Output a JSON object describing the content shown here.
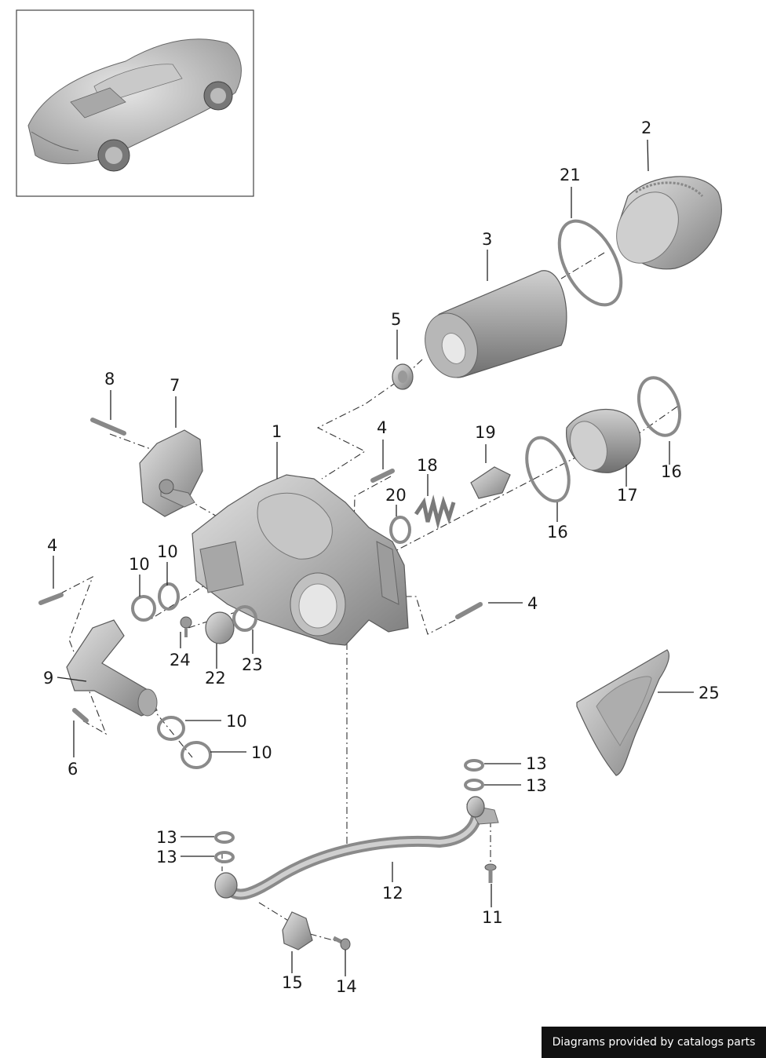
{
  "labels": {
    "p1": "1",
    "p2": "2",
    "p3": "3",
    "p4a": "4",
    "p4b": "4",
    "p4c": "4",
    "p5": "5",
    "p6": "6",
    "p7": "7",
    "p8": "8",
    "p9": "9",
    "p10a": "10",
    "p10b": "10",
    "p10c": "10",
    "p10d": "10",
    "p11": "11",
    "p12": "12",
    "p13a": "13",
    "p13b": "13",
    "p13c": "13",
    "p13d": "13",
    "p14": "14",
    "p15": "15",
    "p16a": "16",
    "p16b": "16",
    "p17": "17",
    "p18": "18",
    "p19": "19",
    "p20": "20",
    "p21": "21",
    "p22": "22",
    "p23": "23",
    "p24": "24",
    "p25": "25"
  },
  "footer": {
    "text": "Diagrams provided by catalogs parts"
  },
  "colors": {
    "part_fill": "#bdbdbd",
    "part_dark": "#8c8c8c",
    "footer_bg": "#111111"
  }
}
